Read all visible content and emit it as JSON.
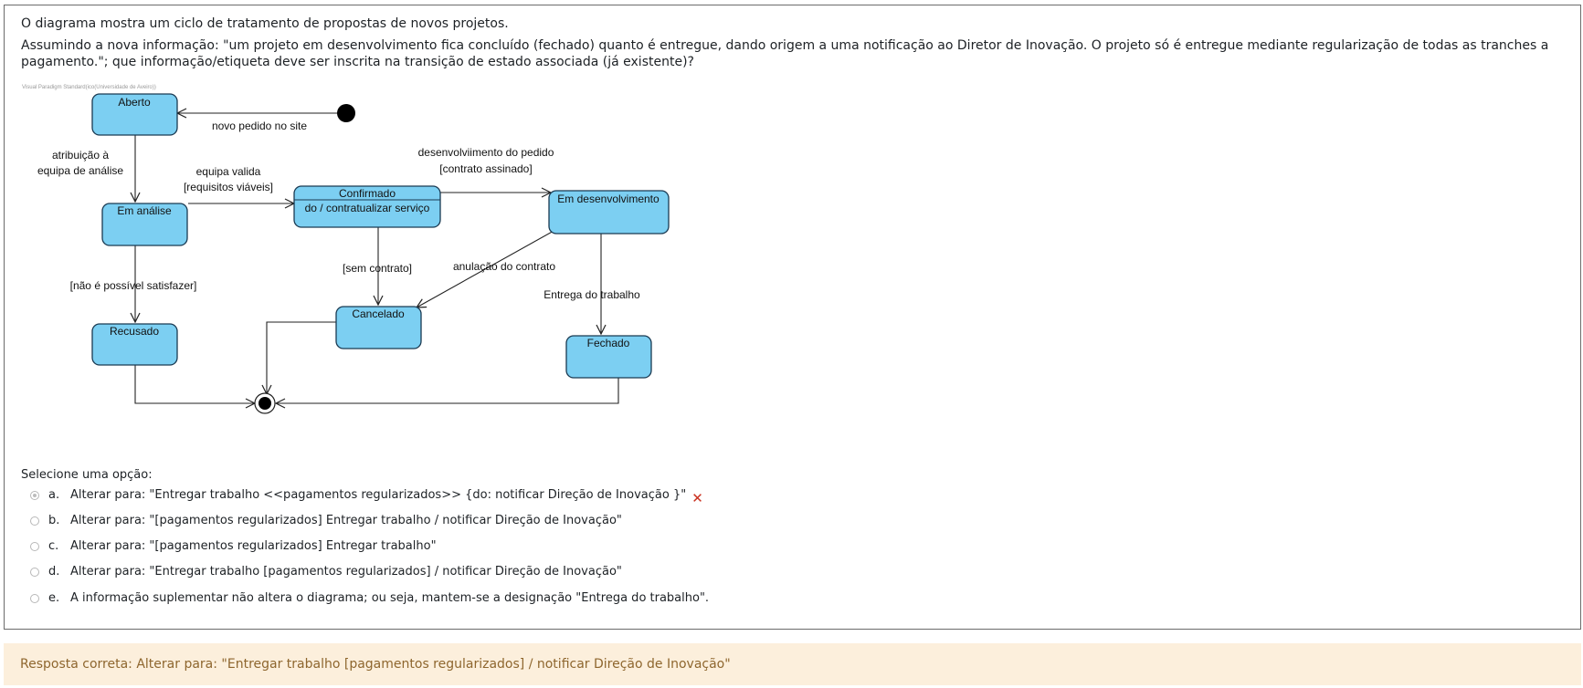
{
  "question": {
    "line1": "O diagrama mostra um ciclo de tratamento de propostas de novos projetos.",
    "line2": "Assumindo a nova informação: \"um projeto em desenvolvimento fica concluído (fechado) quanto é entregue, dando origem a uma notificação ao Diretor de Inovação. O projeto só é entregue mediante regularização de todas as tranches a pagamento.\"; que informação/etiqueta deve ser inscrita na transição de estado associada (já existente)?"
  },
  "diagram": {
    "watermark": "Visual Paradigm Standard(ico(Universidade de Aveiro))",
    "states": {
      "aberto": "Aberto",
      "em_analise": "Em análise",
      "confirmado": "Confirmado",
      "confirmado_action": "do / contratualizar serviço",
      "em_desenvolvimento": "Em desenvolvimento",
      "recusado": "Recusado",
      "cancelado": "Cancelado",
      "fechado": "Fechado"
    },
    "transitions": {
      "novo_pedido": "novo pedido no site",
      "atribuicao_1": "atribuição à",
      "atribuicao_2": "equipa de análise",
      "equipa_valida_1": "equipa valida",
      "equipa_valida_2": "[requisitos viáveis]",
      "desenvolvimento_1": "desenvolviimento do pedido",
      "desenvolvimento_2": "[contrato assinado]",
      "sem_contrato": "[sem contrato]",
      "anulacao": "anulação do contrato",
      "nao_possivel": "[não é possível satisfazer]",
      "entrega": "Entrega do trabalho"
    }
  },
  "prompt": "Selecione uma opção:",
  "options": [
    {
      "letter": "a.",
      "text": "Alterar para: \"Entregar trabalho <<pagamentos regularizados>> {do: notificar Direção de Inovação }\"",
      "selected": true,
      "incorrect_icon": "cross-icon"
    },
    {
      "letter": "b.",
      "text": "Alterar para: \"[pagamentos regularizados] Entregar trabalho / notificar Direção de Inovação\"",
      "selected": false
    },
    {
      "letter": "c.",
      "text": "Alterar para: \"[pagamentos regularizados] Entregar trabalho\"",
      "selected": false
    },
    {
      "letter": "d.",
      "text": "Alterar para: \"Entregar trabalho [pagamentos regularizados] / notificar Direção de Inovação\"",
      "selected": false
    },
    {
      "letter": "e.",
      "text": "A informação suplementar não altera o diagrama; ou seja, mantem-se a designação \"Entrega do trabalho\".",
      "selected": false
    }
  ],
  "feedback": "Resposta correta: Alterar para: \"Entregar trabalho [pagamentos regularizados] / notificar Direção de Inovação\"",
  "colors": {
    "state_fill": "#7ccff2",
    "state_stroke": "#1a3a52",
    "feedback_bg": "#fcefdc",
    "feedback_text": "#8e662e",
    "wrong": "#ca3120"
  }
}
